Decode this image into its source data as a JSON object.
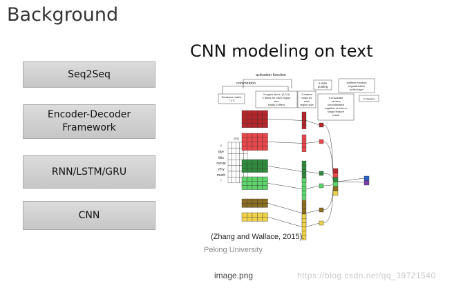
{
  "slide": {
    "title": "Background",
    "heading": "CNN modeling on text"
  },
  "nav": [
    {
      "lines": [
        "Seq2Seq"
      ]
    },
    {
      "lines": [
        "Encoder-Decoder",
        "Framework"
      ]
    },
    {
      "lines": [
        "RNN/LSTM/GRU"
      ]
    },
    {
      "lines": [
        "CNN"
      ]
    }
  ],
  "figure": {
    "activation_label": "activation function",
    "convolution_label": "convolution",
    "sentence_box": [
      "Sentence matrix",
      "7 x 5"
    ],
    "region_box": [
      "3 region sizes: (2,3,4)",
      "2 filters for each region",
      "size",
      "totally 6 filters"
    ],
    "featuremap_box": [
      "2 feature",
      "maps for",
      "each",
      "region size"
    ],
    "pooling_label": [
      "1-max",
      "pooling"
    ],
    "univariate_box": [
      "6 univariate",
      "vectors",
      "concatenated",
      "together to form a",
      "single feature",
      "vector"
    ],
    "softmax_label": [
      "softmax function",
      "regularization",
      "in this layer"
    ],
    "classes_box": "2 classes",
    "dim_label": "d=5",
    "sentence_words": [
      "I",
      "like",
      "this",
      "movie",
      "very",
      "much",
      "!"
    ],
    "colors": {
      "red_dark": "#b5262b",
      "red_light": "#e8484b",
      "green_dark": "#2f8a3e",
      "green_light": "#5ed46a",
      "olive": "#8a6d22",
      "yellow": "#f0d24a",
      "blue": "#2a62c4",
      "purple": "#7a3fa8"
    }
  },
  "citation": "(Zhang and Wallace, 2015).",
  "university": "Peking University",
  "caption": "image.png",
  "watermark": "https://blog.csdn.net/qq_39721540"
}
